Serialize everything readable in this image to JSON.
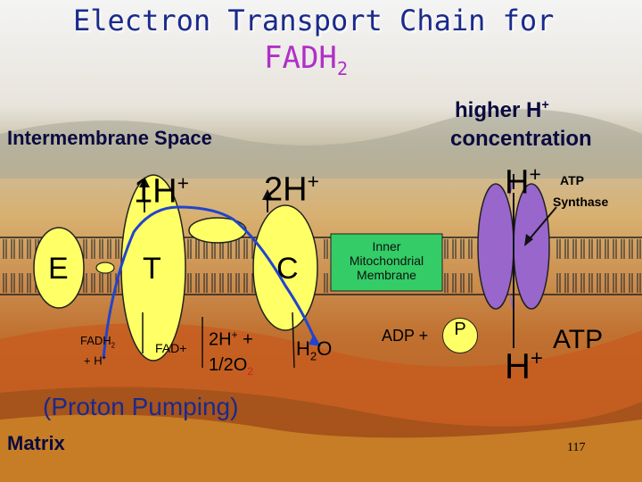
{
  "title": {
    "line1": "Electron Transport Chain for",
    "line2": "FADH",
    "line2_sub": "2"
  },
  "labels": {
    "intermembrane": "Intermembrane Space",
    "higher_h": "higher H",
    "higher_h_sup": "+",
    "concentration": "concentration",
    "proton1": "1H",
    "proton1_sup": "+",
    "proton2": "2H",
    "proton2_sup": "+",
    "h_top": "H",
    "h_top_sup": "+",
    "atp_synthase_1": "ATP",
    "atp_synthase_2": "Synthase",
    "complex_e": "E",
    "complex_t": "T",
    "complex_c": "C",
    "inner_membrane_1": "Inner",
    "inner_membrane_2": "Mitochondrial",
    "inner_membrane_3": "Membrane",
    "fadh2_1": "FADH",
    "fadh2_sub": "2",
    "fadh2_2": "+ H",
    "fadh2_2_sup": "+",
    "fad": "FAD+",
    "h2_line1": "2H",
    "h2_line1_sup": "+",
    "h2_line1_tail": " +",
    "o2_line2": "1/2O",
    "o2_sub": "2",
    "water": "H",
    "water_sub": "2",
    "water_tail": "O",
    "adp": "ADP +",
    "p": "P",
    "h_bottom": "H",
    "h_bottom_sup": "+",
    "atp": "ATP",
    "proton_pumping": "(Proton Pumping)",
    "matrix": "Matrix",
    "page_number": "117"
  },
  "colors": {
    "protein": "#ffff66",
    "synthase": "#9966cc",
    "membrane_label_bg": "#33cc66",
    "arrow": "#2244cc"
  }
}
